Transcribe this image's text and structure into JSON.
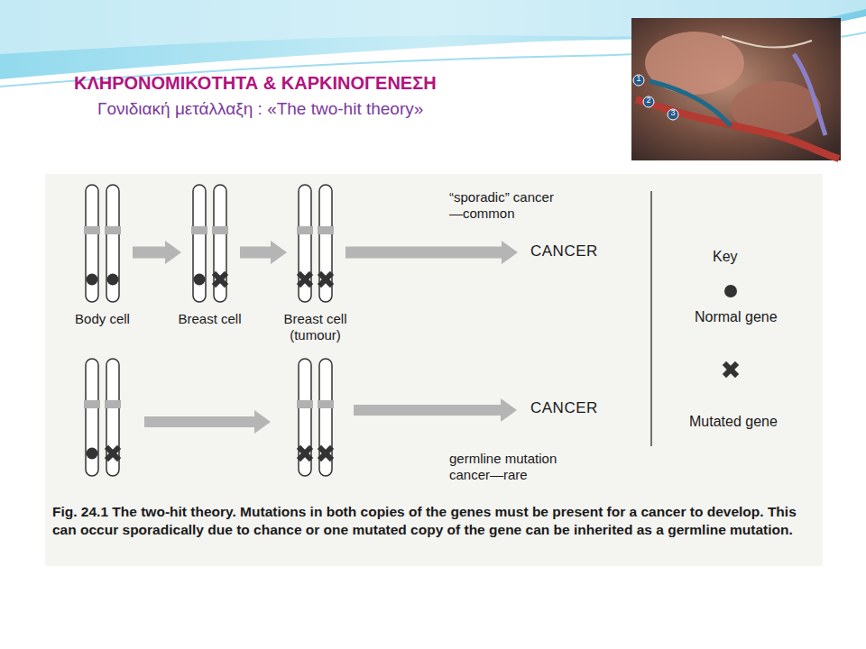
{
  "diagram": {
    "title": "ΚΛΗΡΟΝΟΜΙΚΟΤΗΤΑ & ΚΑΡΚΙΝΟΓΕΝΕΣΗ",
    "caption": "Fig. 24.1 The two-hit theory. Mutations in both copies of the genes must be present for a cancer to develop. This can occur sporadically due to chance or one mutated copy of the gene can be inherited as a germline mutation.",
    "nodes": [
      {
        "text": [
          "Body cell"
        ]
      },
      {
        "text": [
          "Breast cell"
        ]
      },
      {
        "text": [
          "Breast cell (tumour)"
        ]
      },
      {
        "text": [
          "CANCER"
        ]
      },
      {
        "text": [
          "CANCER"
        ]
      }
    ],
    "edges": [
      {
        "from": 0,
        "to": 1,
        "arrow": "to"
      },
      {
        "from": 1,
        "to": 2,
        "arrow": "to"
      },
      {
        "from": 2,
        "to": 3,
        "arrow": "to"
      }
    ],
    "labels": [
      "Γονιδιακή μετάλλαξη : «The two-hit theory»",
      "“sporadic” cancer —common",
      "germline mutation cancer—rare",
      "Key",
      "1",
      "2",
      "3"
    ],
    "legend": [
      {
        "text": "Normal gene"
      },
      {
        "text": "Mutated gene"
      }
    ]
  }
}
